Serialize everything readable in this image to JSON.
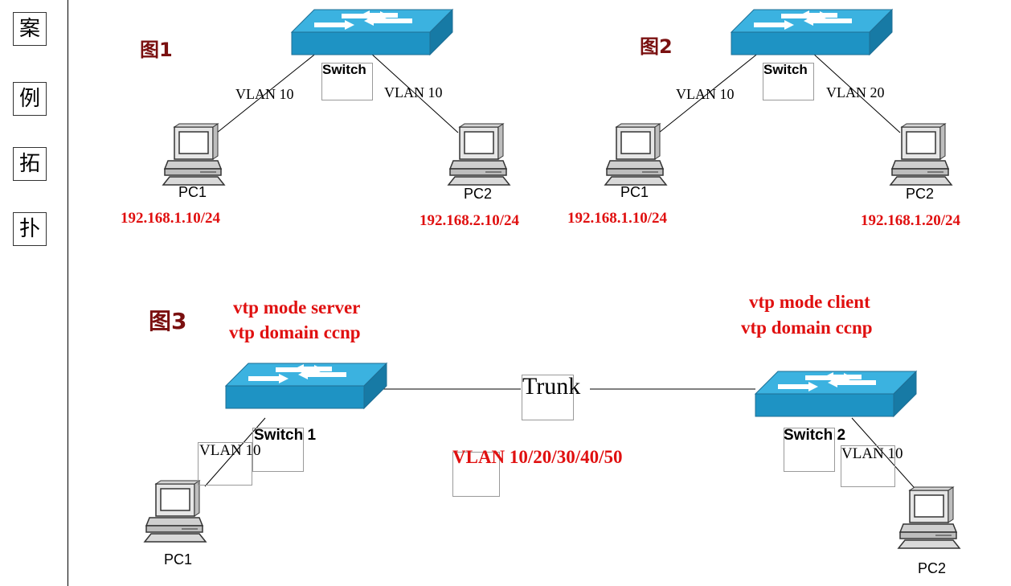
{
  "sidebar": {
    "chars": [
      "案",
      "例",
      "拓",
      "扑"
    ]
  },
  "figure1": {
    "title": "图1",
    "switch_label": "Switch",
    "left_link": "VLAN 10",
    "right_link": "VLAN 10",
    "pc1": {
      "name": "PC1",
      "ip": "192.168.1.10/24"
    },
    "pc2": {
      "name": "PC2",
      "ip": "192.168.2.10/24"
    }
  },
  "figure2": {
    "title": "图2",
    "switch_label": "Switch",
    "left_link": "VLAN 10",
    "right_link": "VLAN 20",
    "pc1": {
      "name": "PC1",
      "ip": "192.168.1.10/24"
    },
    "pc2": {
      "name": "PC2",
      "ip": "192.168.1.20/24"
    }
  },
  "figure3": {
    "title": "图3",
    "server_cmds": [
      "vtp mode server",
      "vtp domain ccnp"
    ],
    "client_cmds": [
      "vtp mode client",
      "vtp domain ccnp"
    ],
    "switch1_label": "Switch 1",
    "switch2_label": "Switch 2",
    "trunk_label": "Trunk",
    "vlans": "VLAN 10/20/30/40/50",
    "left_link": "VLAN 10",
    "right_link": "VLAN 10",
    "pc1": "PC1",
    "pc2": "PC2"
  },
  "colors": {
    "accent_red": "#e01010",
    "title_dark_red": "#7a1010",
    "switch_blue": "#1f97c9"
  }
}
